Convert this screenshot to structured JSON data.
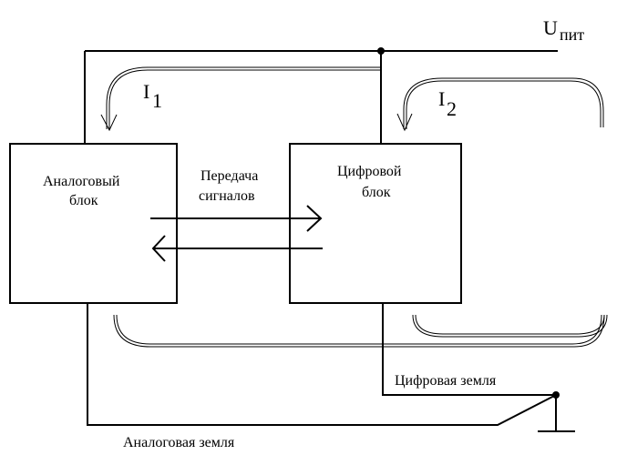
{
  "labels": {
    "supply_main": "U",
    "supply_sub": "пит",
    "current1_main": "I",
    "current1_sub": "1",
    "current2_main": "I",
    "current2_sub": "2",
    "analog_block_line1": "Аналоговый",
    "analog_block_line2": "блок",
    "digital_block_line1": "Цифровой",
    "digital_block_line2": "блок",
    "transfer_line1": "Передача",
    "transfer_line2": "сигналов",
    "digital_ground": "Цифровая земля",
    "analog_ground": "Аналоговая земля"
  }
}
